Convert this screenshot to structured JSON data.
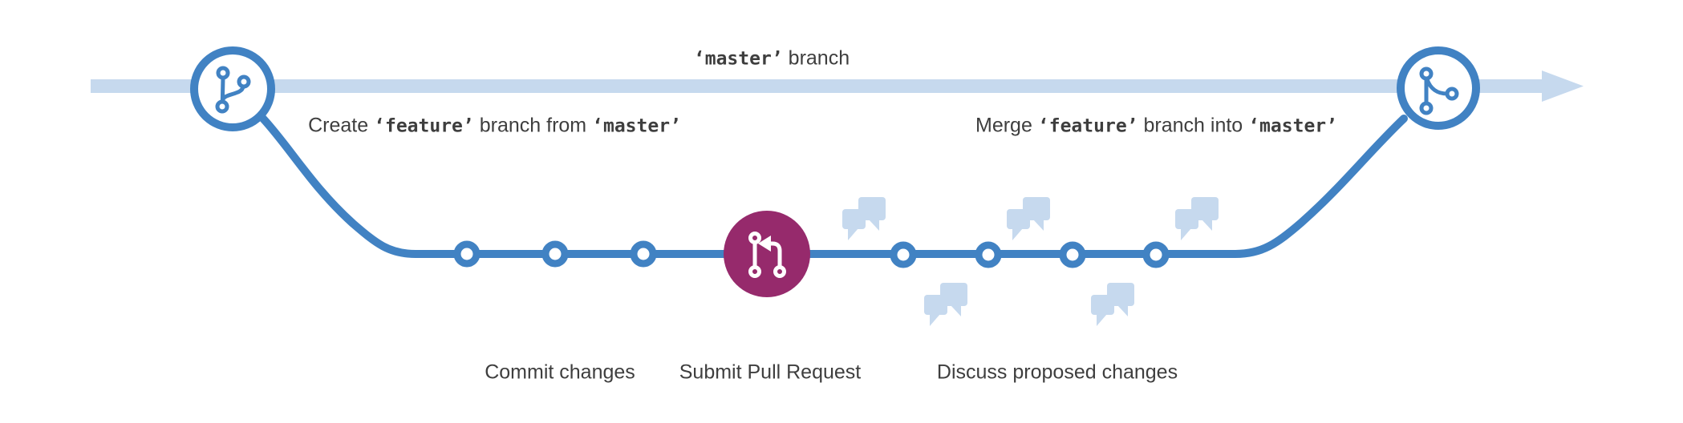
{
  "colors": {
    "blue": "#4182c3",
    "light_blue": "#c6d9ee",
    "magenta": "#962a6c",
    "text": "#3e3e3e",
    "white": "#ffffff"
  },
  "labels": {
    "master_branch": {
      "code": "‘master’",
      "text": "branch"
    },
    "create_branch": {
      "prefix": "Create",
      "code1": "‘feature’",
      "middle": "branch from",
      "code2": "‘master’"
    },
    "merge_branch": {
      "prefix": "Merge",
      "code1": "‘feature’",
      "middle": "branch into",
      "code2": "‘master’"
    },
    "steps": [
      {
        "label": "Commit changes"
      },
      {
        "label": "Submit Pull Request"
      },
      {
        "label": "Discuss proposed changes"
      }
    ]
  },
  "icons": {
    "branch_point": "git-branch-icon",
    "pull_request": "git-pull-request-icon",
    "merge_point": "git-merge-icon",
    "discussion": "chat-bubbles-icon",
    "flow_direction": "arrow-right-icon"
  },
  "diagram": {
    "type": "git-flow",
    "branches": [
      "master",
      "feature"
    ],
    "commit_dot_count": 7,
    "discussion_bubble_count": 5
  }
}
